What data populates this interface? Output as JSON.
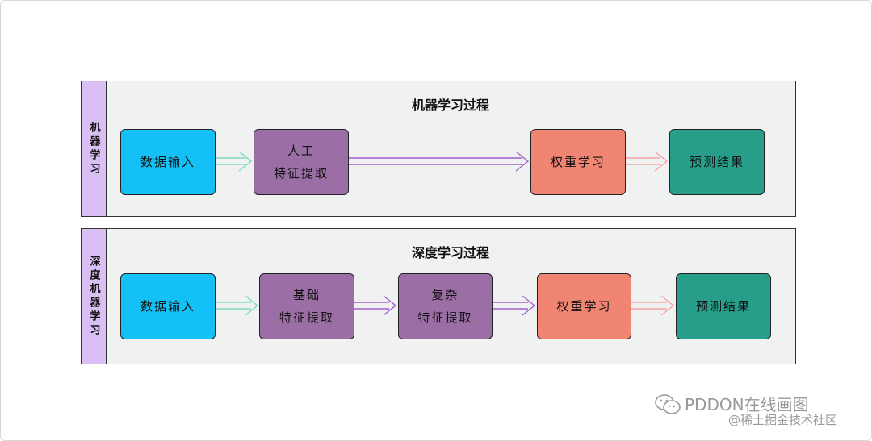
{
  "lane1": {
    "label": "机器学习",
    "title": "机器学习过程",
    "nodes": [
      "数据输入",
      "人工\n特征提取",
      "权重学习",
      "预测结果"
    ]
  },
  "lane2": {
    "label": "深度机器学习",
    "title": "深度学习过程",
    "nodes": [
      "数据输入",
      "基础\n特征提取",
      "复杂\n特征提取",
      "权重学习",
      "预测结果"
    ]
  },
  "colors": {
    "blue": "#14c1f7",
    "purple": "#9b6ea6",
    "salmon": "#f08573",
    "teal": "#279e8a",
    "arrow_green": "#7fd8c0",
    "arrow_purple": "#a45fcf",
    "arrow_pink": "#f2a6a6",
    "lane_label_bg": "#d9bff3"
  },
  "watermark": {
    "icon": "wechat-icon",
    "title": "PDDON在线画图",
    "subtitle": "@稀土掘金技术社区"
  }
}
